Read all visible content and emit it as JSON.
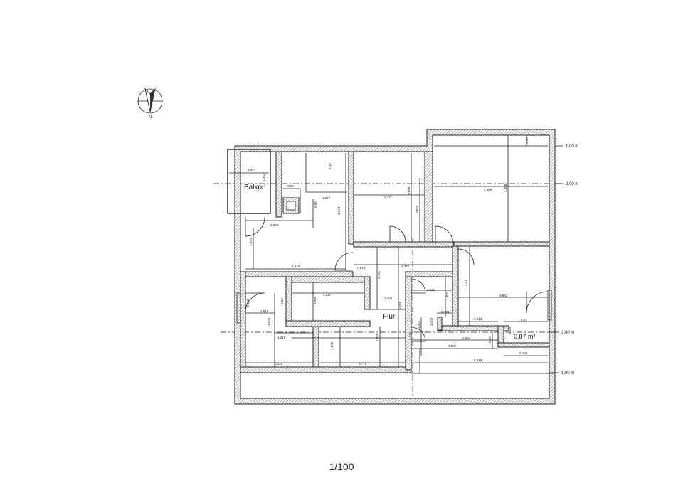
{
  "scale": "1/100",
  "compass": {
    "north_label": "N"
  },
  "rooms": {
    "balkon": "Balkon",
    "flur": "Flur",
    "area_label": "0,87 m²"
  },
  "levels": {
    "l1": "1,00 m",
    "l2": "2,00 m",
    "l3": "2,00 m",
    "l4": "1,00 m"
  },
  "dimensions": {
    "d_balkon_w": "2,053",
    "d_balkon_h": "1,492",
    "d_shaft_w": "0,99",
    "d_shaft_h": "0,98",
    "d_room1_h": "3,43",
    "d_room1_w": "1,077",
    "d_room1_v": "3,079",
    "d_room1_door": "2,888",
    "d_room1_side": "1,631",
    "d_living_w": "4,843",
    "d_room2_w": "3,112",
    "d_room2_h": "2,659",
    "d_room2_v": "3,829",
    "d_room3_w": "4,989",
    "d_room3_h": "4,458",
    "d_room3_top": "0,58",
    "d_flur_a": "0,924",
    "d_flur_b": "4,362",
    "d_flur_c": "2,781",
    "d_flur_d": "1,486",
    "d_flur_e": "3,288",
    "d_bath_w": "3,227",
    "d_bath_h": "1,065",
    "d_left_a": "2,403",
    "d_left_b": "1,619",
    "d_left_c": "3,119",
    "d_left_d": "1,216",
    "d_left_e": "4,028",
    "d_left_f": "1,52",
    "d_mid_a": "1,582",
    "d_mid_b": "3,778",
    "d_mid_c": "2,688",
    "d_right_a": "2,621",
    "d_right_b": "1,902",
    "d_right_c": "0,774",
    "d_right_d": "3,842",
    "d_right_e": "1,812",
    "d_right_f": "1,94",
    "d_right_g": "2,664",
    "d_right_h": "3,502",
    "d_right_i": "2,106",
    "d_right_j": "6,019",
    "d_right_k": "1,322",
    "d_right_l": "0,35",
    "d_right_m": "0,285",
    "d_right_n": "3,121",
    "d_right_o": "4,024",
    "d_right_p": "4,47"
  }
}
